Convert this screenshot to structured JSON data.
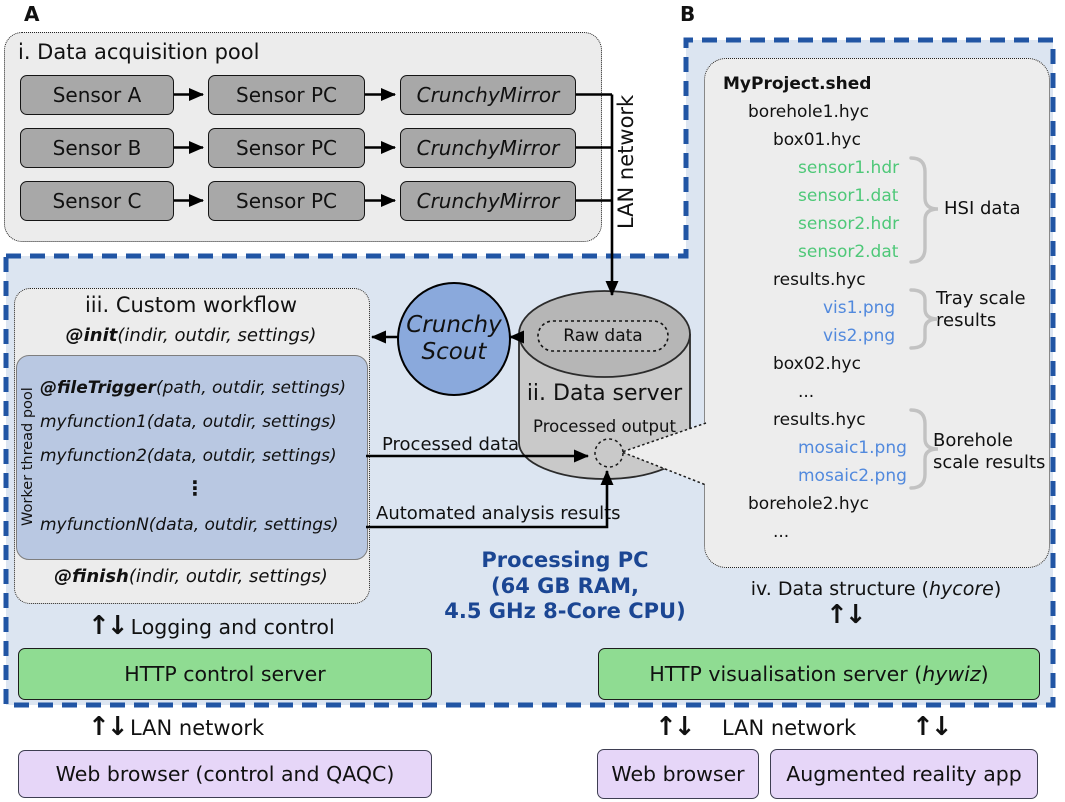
{
  "panel_a": {
    "label": "A",
    "title": "i. Data acquisition pool",
    "lan_label": "LAN network",
    "rows": [
      {
        "sensor": "Sensor A",
        "pc": "Sensor PC",
        "mirror": "CrunchyMirror"
      },
      {
        "sensor": "Sensor B",
        "pc": "Sensor PC",
        "mirror": "CrunchyMirror"
      },
      {
        "sensor": "Sensor C",
        "pc": "Sensor PC",
        "mirror": "CrunchyMirror"
      }
    ]
  },
  "panel_b": {
    "label": "B",
    "files": [
      {
        "text": "MyProject.shed",
        "depth": 0,
        "style": "bold"
      },
      {
        "text": "borehole1.hyc",
        "depth": 1,
        "style": "plain"
      },
      {
        "text": "box01.hyc",
        "depth": 2,
        "style": "plain"
      },
      {
        "text": "sensor1.hdr",
        "depth": 3,
        "style": "green"
      },
      {
        "text": "sensor1.dat",
        "depth": 3,
        "style": "green"
      },
      {
        "text": "sensor2.hdr",
        "depth": 3,
        "style": "green"
      },
      {
        "text": "sensor2.dat",
        "depth": 3,
        "style": "green"
      },
      {
        "text": "results.hyc",
        "depth": 2,
        "style": "plain"
      },
      {
        "text": "vis1.png",
        "depth": 4,
        "style": "blue"
      },
      {
        "text": "vis2.png",
        "depth": 4,
        "style": "blue"
      },
      {
        "text": "box02.hyc",
        "depth": 2,
        "style": "plain"
      },
      {
        "text": "...",
        "depth": 3,
        "style": "plain"
      },
      {
        "text": "results.hyc",
        "depth": 2,
        "style": "plain"
      },
      {
        "text": "mosaic1.png",
        "depth": 3,
        "style": "blue"
      },
      {
        "text": "mosaic2.png",
        "depth": 3,
        "style": "blue"
      },
      {
        "text": "borehole2.hyc",
        "depth": 1,
        "style": "plain"
      },
      {
        "text": "...",
        "depth": 2,
        "style": "plain"
      }
    ],
    "annotations": [
      {
        "label": "HSI data"
      },
      {
        "label": "Tray scale results"
      },
      {
        "label": "Borehole scale results"
      }
    ],
    "caption": {
      "prefix": "iv. Data structure (",
      "italic": "hycore",
      "suffix": ")"
    }
  },
  "workflow": {
    "title": "iii. Custom workflow",
    "init": {
      "bold": "@init",
      "rest": "(indir, outdir, settings)"
    },
    "pool_label": "Worker thread pool",
    "file_trigger": {
      "bold": "@fileTrigger",
      "rest": "(path, outdir, settings)"
    },
    "functions": [
      "myfunction1(data, outdir, settings)",
      "myfunction2(data, outdir, settings)",
      "myfunctionN(data, outdir, settings)"
    ],
    "dots": "⋮",
    "finish": {
      "bold": "@finish",
      "rest": "(indir, outdir, settings)"
    }
  },
  "scout": {
    "line1": "Crunchy",
    "line2": "Scout"
  },
  "data_server": {
    "title": "ii. Data server",
    "raw": "Raw data",
    "processed": "Processed output"
  },
  "flow_labels": {
    "processed_data": "Processed data",
    "automated": "Automated analysis results",
    "logging": "Logging and control",
    "lan_left": "LAN network",
    "lan_right": "LAN network"
  },
  "processing_pc": {
    "lines": [
      "Processing PC",
      "(64 GB RAM,",
      "4.5 GHz 8-Core CPU)"
    ]
  },
  "servers": {
    "control": "HTTP control server",
    "visualisation": {
      "prefix": "HTTP visualisation server (",
      "italic": "hywiz",
      "suffix": ")"
    }
  },
  "clients": {
    "qaqc": "Web browser (control and QAQC)",
    "web": "Web browser",
    "ar": "Augmented reality app"
  },
  "icons": {
    "up_down": "↑↓"
  },
  "colors": {
    "region_fill": "#dce5f1",
    "dashed_border": "#2155a4",
    "box_gray": "#a8a8a8",
    "panel_fill": "#ececec",
    "scout_blue": "#8aa9dc",
    "pool_blue": "#b9c8e2",
    "server_green": "#8fdc92",
    "client_purple": "#e6d6f8",
    "file_green": "#4ec878",
    "file_blue": "#5189dd",
    "pc_text_blue": "#1b4693"
  }
}
